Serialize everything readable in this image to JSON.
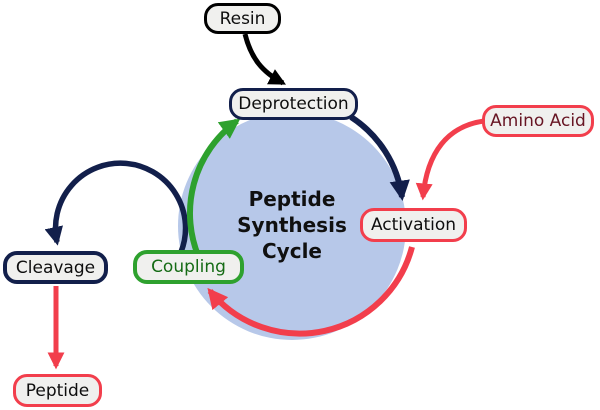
{
  "diagram": {
    "title": "Peptide Synthesis Cycle",
    "center": {
      "label": "Peptide\nSynthesis\nCycle"
    }
  },
  "nodes": {
    "resin": {
      "label": "Resin"
    },
    "deprotection": {
      "label": "Deprotection"
    },
    "amino_acid": {
      "label": "Amino Acid"
    },
    "activation": {
      "label": "Activation"
    },
    "coupling": {
      "label": "Coupling"
    },
    "cleavage": {
      "label": "Cleavage"
    },
    "peptide": {
      "label": "Peptide"
    }
  },
  "edges": [
    {
      "from": "Resin",
      "to": "Deprotection",
      "color": "black"
    },
    {
      "from": "Deprotection",
      "to": "Activation",
      "color": "navy"
    },
    {
      "from": "Amino Acid",
      "to": "Activation",
      "color": "red"
    },
    {
      "from": "Activation",
      "to": "Coupling",
      "color": "red"
    },
    {
      "from": "Coupling",
      "to": "Deprotection",
      "color": "green"
    },
    {
      "from": "Coupling",
      "to": "Cleavage",
      "color": "navy"
    },
    {
      "from": "Cleavage",
      "to": "Peptide",
      "color": "red"
    }
  ],
  "colors": {
    "navy": "#121f4b",
    "green": "#2ea12e",
    "red": "#f23e4c",
    "black": "#000000",
    "circle_fill": "#b7c8e9",
    "node_bg": "#f0f0ee",
    "green_text": "#156b15",
    "maroon_text": "#671523"
  }
}
